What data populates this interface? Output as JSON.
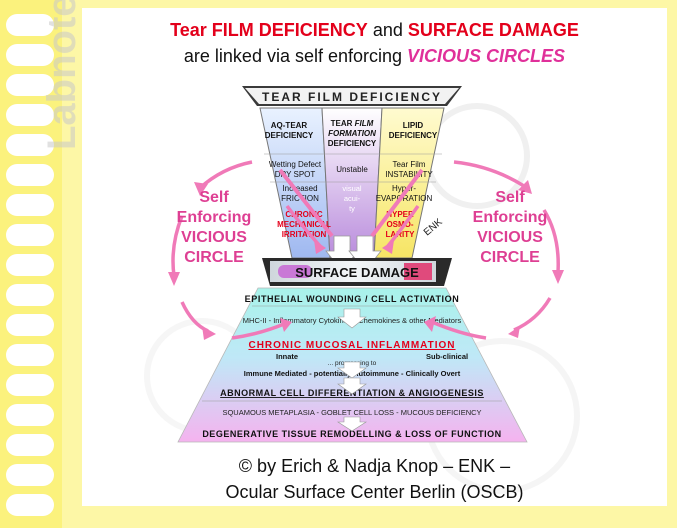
{
  "title": {
    "line1_a": "Tear FILM DEFICIENCY",
    "line1_b": "and",
    "line1_c": "SURFACE DAMAGE",
    "line2_a": "are linked via self enforcing",
    "line2_b": "VICIOUS CIRCLES"
  },
  "watermark": "Labnotes",
  "top_funnel": {
    "header": "TEAR FILM DEFICIENCY",
    "col_aq": "AQ-TEAR\nDEFICIENCY",
    "col_tff_1": "TEAR",
    "col_tff_2": "FILM",
    "col_tff_3": "FORMATION",
    "col_tff_4": "DEFICIENCY",
    "col_lipid": "LIPID\nDEFICIENCY",
    "wetting_1": "Wetting Defect",
    "wetting_2": "DRY SPOT",
    "unstable": "Unstable",
    "instability_1": "Tear Film",
    "instability_2": "INSTABILITY",
    "friction_1": "Increased",
    "friction_2": "FRICTION",
    "visual_1": "visual",
    "visual_2": "acui-",
    "visual_3": "ty",
    "evap_1": "Hyper-",
    "evap_2": "EVAPORATION",
    "chronic_1": "CHRONIC",
    "chronic_2": "MECHANICAL",
    "chronic_3": "IRRITATION",
    "hyper_1": "HYPER",
    "hyper_2": "OSMO-",
    "hyper_3": "LARITY",
    "enk": "ENK"
  },
  "left_circle": {
    "l1": "Self",
    "l2": "Enforcing",
    "l3": "VICIOUS",
    "l4": "CIRCLE"
  },
  "right_circle": {
    "l1": "Self",
    "l2": "Enforcing",
    "l3": "VICIOUS",
    "l4": "CIRCLE"
  },
  "pyramid": {
    "surface_damage": "SURFACE DAMAGE",
    "epithelial": "EPITHELIAL WOUNDING / CELL ACTIVATION",
    "mediators": "MHC-II  -  Inflammatory Cytokines - Chemokines & other Mediators",
    "inflammation": "CHRONIC  MUCOSAL  INFLAMMATION",
    "innate": "Innate",
    "subclinical": "Sub-clinical",
    "progressing": "... progressing to",
    "immune": "Immune Mediated  -  potentially Autoimmune  -  Clinically Overt",
    "abnormal": "ABNORMAL CELL DIFFERENTIATION & ANGIOGENESIS",
    "squamous": "SQUAMOUS METAPLASIA  -  GOBLET CELL LOSS - MUCOUS DEFICIENCY",
    "degenerative": "DEGENERATIVE TISSUE REMODELLING & LOSS OF FUNCTION"
  },
  "footer": {
    "line1": "© by Erich & Nadja Knop – ENK –",
    "line2": "Ocular Surface Center Berlin (OSCB)"
  },
  "colors": {
    "red": "#e3001b",
    "pink": "#e0309a",
    "arrow_pink": "#f07ab8",
    "film_yellow": "#fbf27d",
    "pyramid_cyan": "#9ff0e6",
    "pyramid_pink": "#f5b3ef"
  }
}
